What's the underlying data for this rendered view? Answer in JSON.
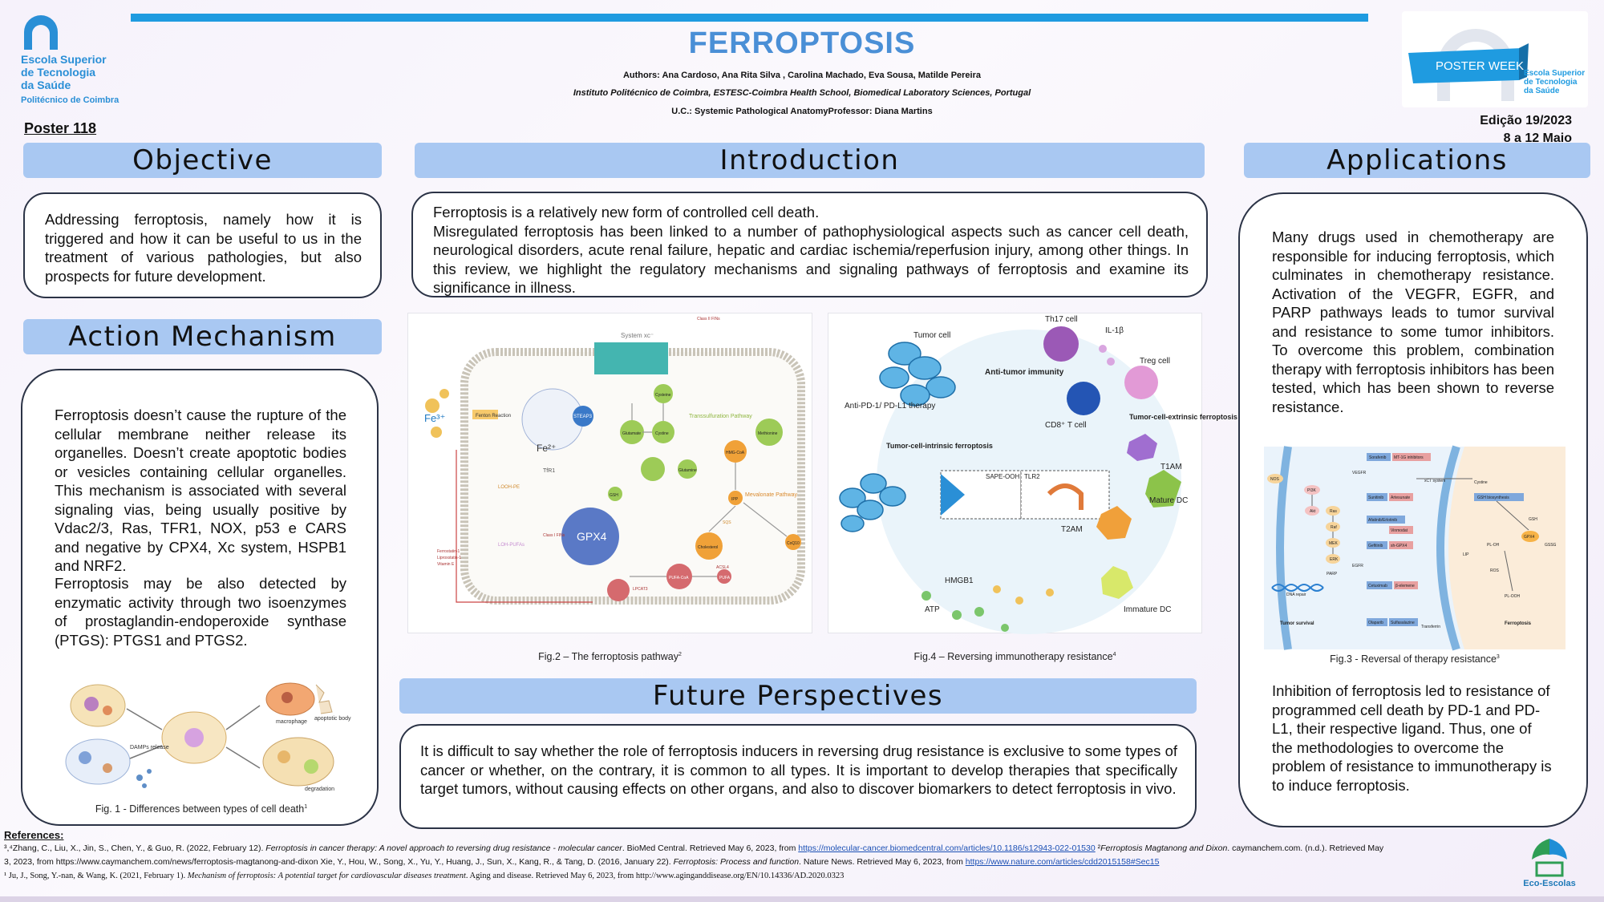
{
  "header": {
    "title": "FERROPTOSIS",
    "authors": "Authors: Ana Cardoso, Ana Rita Silva , Carolina Machado, Eva Sousa, Matilde Pereira",
    "institute": "Instituto Politécnico de Coimbra, ESTESC-Coimbra Health School, Biomedical Laboratory Sciences, Portugal",
    "course": "U.C.: Systemic Pathological AnatomyProfessor: Diana Martins",
    "poster_number": "Poster 118",
    "edition": "Edição 19/2023",
    "dates": "8 a 12 Maio"
  },
  "logos": {
    "school_line1": "Escola Superior",
    "school_line2": "de Tecnologia",
    "school_line3": "da Saúde",
    "school_line4": "Politécnico de Coimbra",
    "poster_week": "POSTER WEEK",
    "pw_line1": "Escola Superior",
    "pw_line2": "de Tecnologia",
    "pw_line3": "da Saúde",
    "eco": "Eco-Escolas"
  },
  "sections": {
    "objective": {
      "heading": "Objective",
      "text": "Addressing ferroptosis, namely how it is triggered and how it can be useful to us in the treatment of various pathologies, but also prospects for future development."
    },
    "introduction": {
      "heading": "Introduction",
      "line1": "Ferroptosis is a relatively new form of controlled cell death.",
      "line2": "Misregulated ferroptosis has been linked to a number of pathophysiological aspects such as cancer cell death, neurological disorders, acute renal failure, hepatic and cardiac ischemia/reperfusion injury, among other things. In this review, we highlight the regulatory mechanisms and signaling pathways of ferroptosis and examine its significance in illness."
    },
    "applications": {
      "heading": "Applications",
      "text1": "Many drugs used in chemotherapy are responsible for inducing ferroptosis, which culminates in chemotherapy resistance. Activation of the VEGFR, EGFR, and PARP pathways leads to tumor survival and resistance to some tumor inhibitors. To overcome this problem, combination therapy with ferroptosis inhibitors has been tested, which has been shown to reverse resistance.",
      "text2": "Inhibition of ferroptosis led to resistance of programmed cell death by PD-1 and PD-L1, their respective ligand. Thus, one of the methodologies to overcome the problem of resistance to immunotherapy is to induce ferroptosis."
    },
    "mechanism": {
      "heading": "Action Mechanism",
      "para1": "Ferroptosis doesn’t cause the rupture of the cellular membrane neither release its organelles. Doesn’t create apoptotic bodies or vesicles containing cellular organelles. This mechanism is associated with several signaling vias, being usually positive by Vdac2/3, Ras, TFR1, NOX, p53 e CARS and negative by CPX4, Xc system, HSPB1 and NRF2.",
      "para2": "Ferroptosis may be also detected by enzymatic activity through two isoenzymes of prostaglandin-endoperoxide synthase (PTGS): PTGS1 and PTGS2."
    },
    "future": {
      "heading": "Future Perspectives",
      "text": "It is difficult to say whether the role of ferroptosis inducers in reversing drug resistance is exclusive to some types of cancer or whether, on the contrary, it is common to all types. It is important to develop therapies that specifically target tumors, without causing effects on other organs, and also to discover biomarkers to detect ferroptosis in vivo."
    }
  },
  "figures": {
    "fig1": {
      "caption": "Fig. 1 - Differences between types of cell death",
      "sup": "1",
      "labels": [
        "macrophage",
        "apoptotic body",
        "DAMPs release",
        "degradation"
      ]
    },
    "fig2": {
      "caption": "Fig.2 – The ferroptosis pathway",
      "sup": "2",
      "labels": [
        "System xc⁻",
        "Fe³⁺",
        "Fe²⁺",
        "STEAP3",
        "TfR1",
        "Fenton Reaction",
        "GPX4",
        "Glutamate",
        "Cystine",
        "Cysteine",
        "GSH",
        "Glutamine",
        "Transsulfuration Pathway",
        "Methionine",
        "HMG-CoA",
        "Mevalonate Pathway",
        "IPP",
        "CoQ10",
        "Cholesterol",
        "PUFA-CoA",
        "PUFA",
        "ACSL4",
        "LPCAT3",
        "LOOH-PE",
        "LOH-PUFAs",
        "Ferrostatin-1",
        "Liproxstatin-1",
        "Vitamin E",
        "Class I FINs",
        "Class II FINs",
        "SQS"
      ]
    },
    "fig3": {
      "caption": "Fig.3 - Reversal of therapy resistance",
      "sup": "3",
      "labels": [
        "Sorafenib",
        "MT-1G inhibitors",
        "VEGFR",
        "Sunitinib",
        "Artesunate",
        "xCT system",
        "Cystine",
        "GSH biosynthesis",
        "Afatinib/Erlotinib",
        "Vinmodat",
        "Gefitinib",
        "sh-GPX4",
        "EGFR",
        "Cetuximab",
        "β-elemene",
        "PARP",
        "DNA repair",
        "Olaparib",
        "Sulfasalazine",
        "Transferrin",
        "Tumor survival",
        "Ferroptosis",
        "PI3K",
        "Akt",
        "Ras",
        "Raf",
        "MEK",
        "ERK",
        "NOS",
        "GPX4",
        "GSH",
        "GSSG",
        "ROS",
        "PL-OH",
        "PL-OOH",
        "LIP"
      ]
    },
    "fig4": {
      "caption": "Fig.4 – Reversing immunotherapy resistance",
      "sup": "4",
      "labels": [
        "Tumor cell",
        "Th17 cell",
        "IL-1β",
        "Treg cell",
        "Anti-tumor immunity",
        "Anti-PD-1/ PD-L1 therapy",
        "CD8⁺ T cell",
        "Tumor-cell-extrinsic ferroptosis",
        "Tumor-cell-intrinsic ferroptosis",
        "SAPE-OOH",
        "TLR2",
        "T1AM",
        "Mature DC",
        "T2AM",
        "HMGB1",
        "ATP",
        "Immature DC"
      ]
    }
  },
  "references": {
    "heading": "References:",
    "ref1_pre": "³,⁴Zhang, C., Liu, X., Jin, S., Chen, Y., & Guo, R. (2022, February 12). ",
    "ref1_title": "Ferroptosis in cancer therapy: A novel approach to reversing drug resistance - molecular cancer",
    "ref1_post": ". BioMed Central. Retrieved May 6, 2023, from ",
    "ref1_link": "https://molecular-cancer.biomedcentral.com/articles/10.1186/s12943-022-01530",
    "ref2_pre": "  ²",
    "ref2_title": "Ferroptosis Magtanong and Dixon",
    "ref2_post": ". caymanchem.com. (n.d.). Retrieved May",
    "ref2_line2": "3, 2023, from https://www.caymanchem.com/news/ferroptosis-magtanong-and-dixon   Xie, Y., Hou, W., Song, X., Yu, Y., Huang, J., Sun, X., Kang, R., & Tang, D. (2016, January 22). ",
    "ref3_title": "Ferroptosis: Process and function",
    "ref3_post": ". Nature News. Retrieved May 6, 2023, from ",
    "ref3_link": "https://www.nature.com/articles/cdd2015158#Sec15",
    "ref4_pre": " ¹ Ju, J., Song, Y.-nan, & Wang, K. (2021, February 1). ",
    "ref4_title": "Mechanism of ferroptosis: A potential target for cardiovascular diseases treatment",
    "ref4_post": ". Aging and disease. Retrieved May 6, 2023, from http://www.aginganddisease.org/EN/10.14336/AD.2020.0323"
  }
}
